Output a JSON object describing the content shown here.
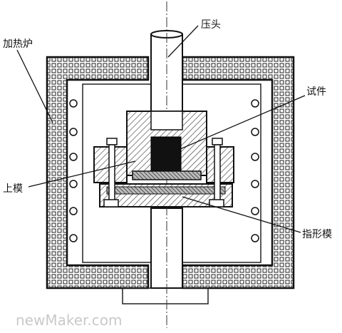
{
  "labels": {
    "punch": "压头",
    "furnace": "加热炉",
    "specimen": "试件",
    "upper_die": "上模",
    "lower_die": "指形模"
  },
  "watermark": "newMaker.com"
}
